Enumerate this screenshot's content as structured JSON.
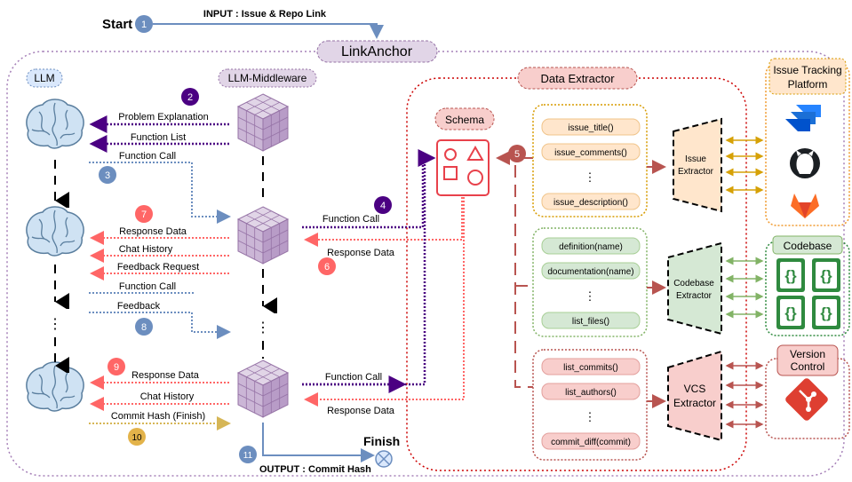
{
  "start": {
    "label": "Start",
    "step": "1",
    "input_label": "INPUT : Issue & Repo Link"
  },
  "finish": {
    "label": "Finish",
    "step": "11",
    "output_label": "OUTPUT : Commit Hash"
  },
  "linkanchor": {
    "title": "LinkAnchor"
  },
  "llm": {
    "title": "LLM"
  },
  "middleware": {
    "title": "LLM-Middleware"
  },
  "steps": {
    "s2": "2",
    "s3": "3",
    "s4": "4",
    "s5": "5",
    "s6": "6",
    "s7": "7",
    "s8": "8",
    "s9": "9",
    "s10": "10"
  },
  "messages": {
    "problem_explanation": "Problem Explanation",
    "function_list": "Function List",
    "function_call_1": "Function Call",
    "response_data_1": "Response Data",
    "chat_history_1": "Chat History",
    "feedback_request": "Feedback Request",
    "function_call_2": "Function Call",
    "feedback": "Feedback",
    "response_data_2": "Response Data",
    "chat_history_2": "Chat History",
    "commit_hash_finish": "Commit Hash (Finish)",
    "mw_function_call_1": "Function Call",
    "mw_response_data_1": "Response Data",
    "mw_function_call_2": "Function Call",
    "mw_response_data_2": "Response Data",
    "ellipsis": "⋮"
  },
  "data_extractor": {
    "title": "Data Extractor",
    "schema_label": "Schema"
  },
  "issue_functions": [
    "issue_title()",
    "issue_comments()",
    "⋮",
    "issue_description()"
  ],
  "codebase_functions": [
    "definition(name)",
    "documentation(name)",
    "⋮",
    "list_files()"
  ],
  "vcs_functions": [
    "list_commits()",
    "list_authors()",
    "⋮",
    "commit_diff(commit)"
  ],
  "extractors": {
    "issue": [
      "Issue",
      "Extractor"
    ],
    "codebase": [
      "Codebase",
      "Extractor"
    ],
    "vcs": [
      "VCS",
      "Extractor"
    ]
  },
  "platforms": {
    "issue_tracking": [
      "Issue Tracking",
      "Platform"
    ],
    "codebase": "Codebase",
    "version_control": [
      "Version",
      "Control"
    ]
  },
  "colors": {
    "purple": "#4b0082",
    "blue": "#6c8ebf",
    "red": "#ff6666",
    "gold": "#d6b656",
    "orange": "#f09a2e",
    "green": "#82b366",
    "darkred": "#b85450",
    "lilac": "#e1d5e7"
  }
}
